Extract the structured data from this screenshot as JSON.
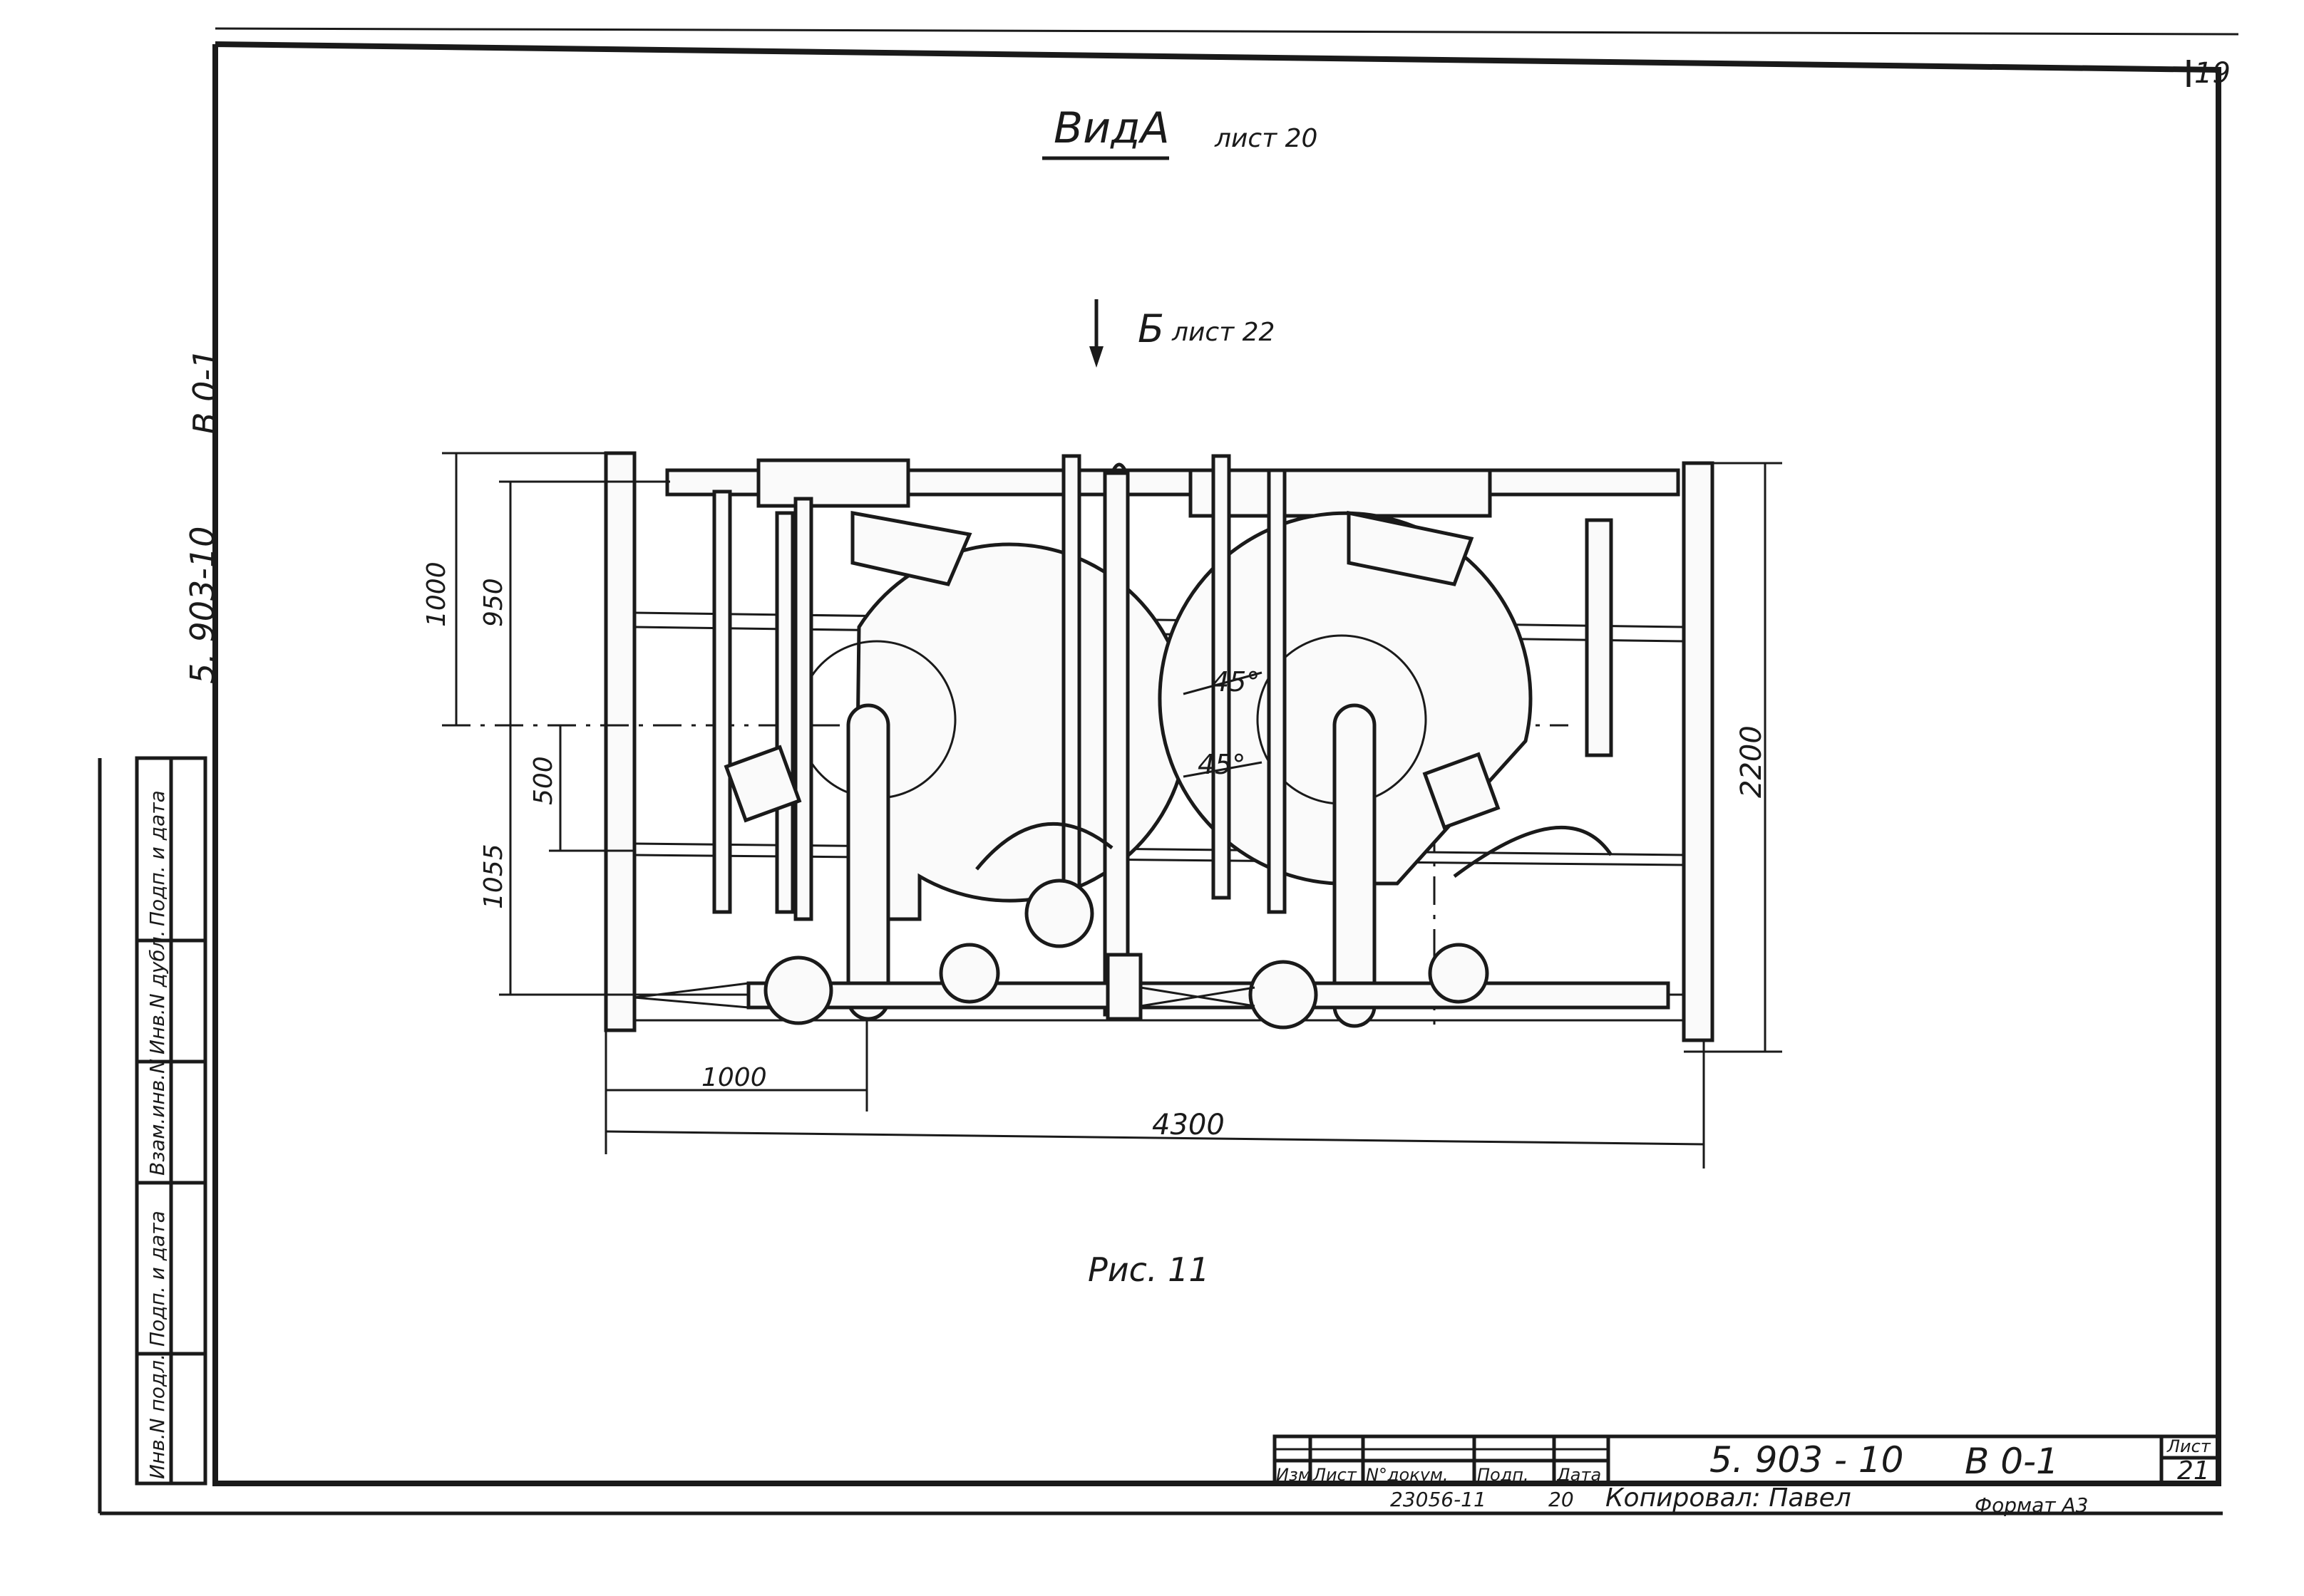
{
  "sheet_corner_number": "19",
  "view_title": "ВидА",
  "view_title_ref": "лист 20",
  "section_label": "Б",
  "section_ref": "лист 22",
  "figure_caption": "Рис. 11",
  "dimensions": {
    "d1000_vert": "1000",
    "d950": "950",
    "d500": "500",
    "d1055": "1055",
    "d1000_horiz": "1000",
    "d4300": "4300",
    "d2200": "2200",
    "angle_top": "45°",
    "angle_bottom": "45°"
  },
  "left_margin": {
    "code_top": "В 0-1",
    "code": "5. 903-10",
    "col_sign_date_1": "Подп. и дата",
    "col_inv_dubl": "Инв.N дубл.",
    "col_vzam_inv": "Взам.инв.N",
    "col_sign_date_2": "Подп. и дата",
    "col_inv_podl": "Инв.N подл."
  },
  "title_block": {
    "headers": [
      "Изм",
      "Лист",
      "N°докум.",
      "Подп.",
      "Дата"
    ],
    "doc_code": "5. 903 - 10",
    "doc_sub": "В 0-1",
    "sheet_label": "Лист",
    "sheet_number": "21",
    "order_number": "23056-11",
    "order_copy": "20",
    "copied_by": "Копировал: Павел",
    "format": "Формат А3"
  }
}
